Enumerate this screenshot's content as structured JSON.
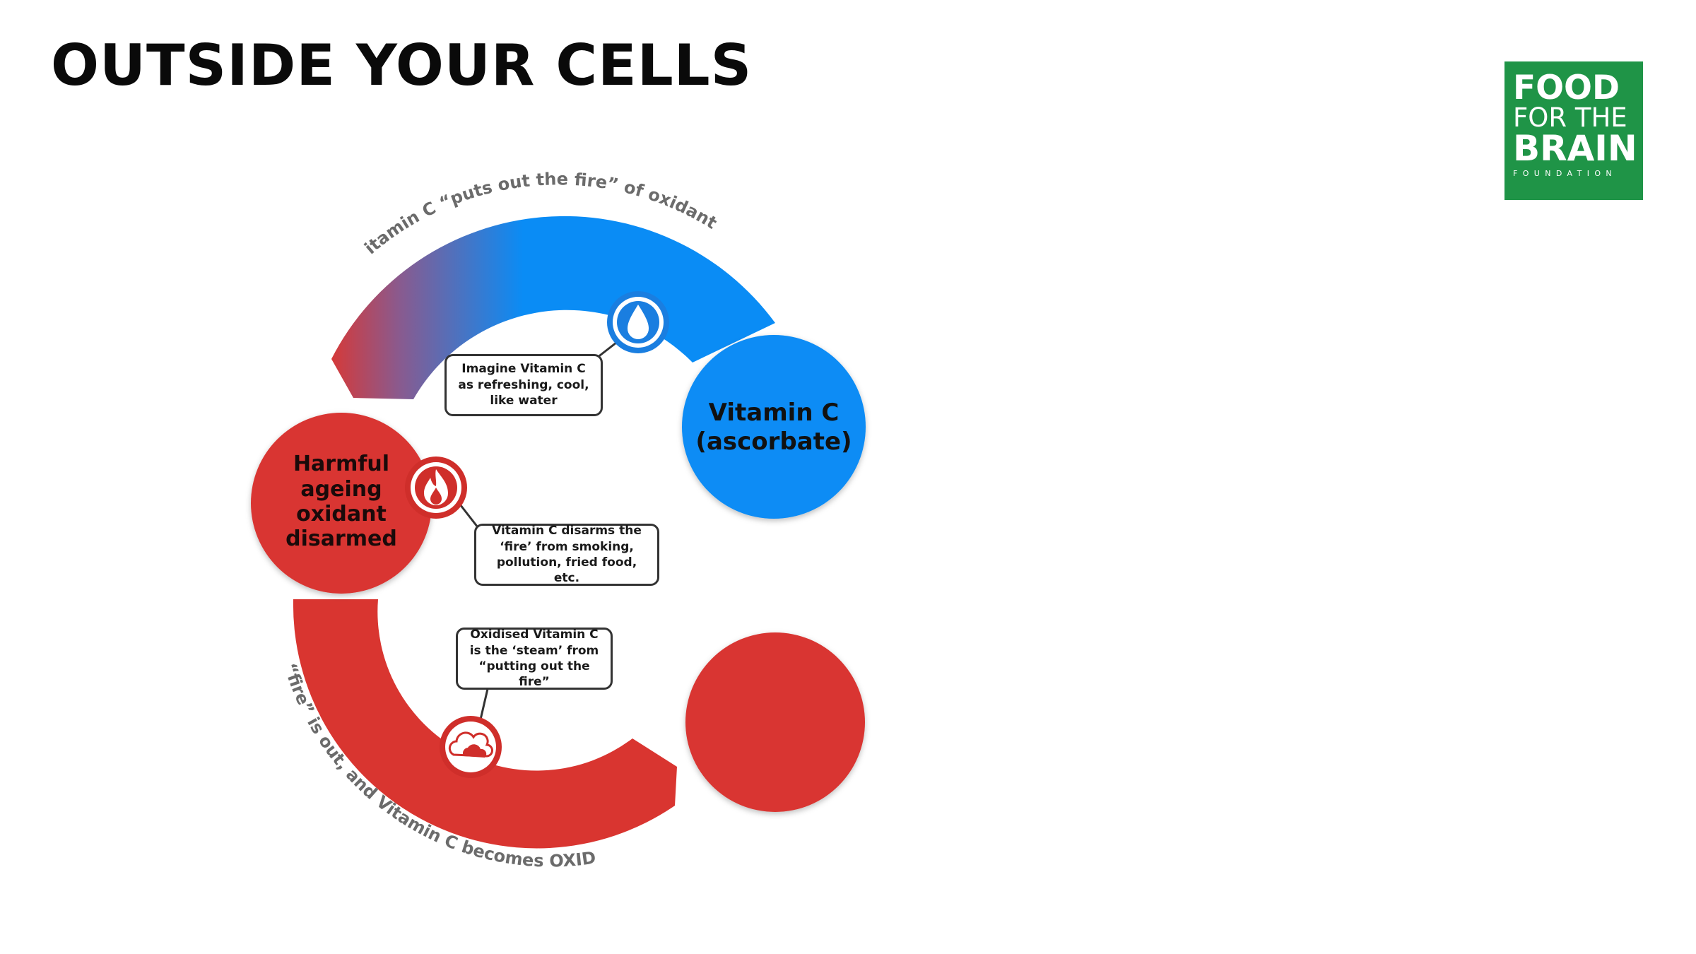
{
  "title": "OUTSIDE YOUR CELLS",
  "logo": {
    "line1": "FOOD",
    "line2": "FOR THE",
    "line3": "BRAIN",
    "line4": "FOUNDATION",
    "color": "#1f9447"
  },
  "diagram": {
    "top_arc_label": "< Vitamin C “puts out the fire” of oxidants <",
    "bottom_arc_label": "> The “fire” is out, and Vitamin C becomes OXIDISED >",
    "vitamin_c_circle": "Vitamin C (ascorbate)",
    "oxidant_circle": "Harmful ageing oxidant disarmed",
    "callout_water": "Imagine Vitamin C as refreshing, cool, like water",
    "callout_fire": "Vitamin C disarms the ‘fire’ from smoking, pollution, fried food, etc.",
    "callout_steam": "Oxidised Vitamin C is the ‘steam’ from “putting out the fire”",
    "icons": [
      "water-drop-icon",
      "flame-icon",
      "steam-cloud-icon"
    ],
    "colors": {
      "blue": "#0a8cf5",
      "red": "#d93530",
      "icon_blue": "#1a7ee0",
      "icon_red": "#cf2e2a",
      "text_gray": "#6b6b6b"
    }
  }
}
